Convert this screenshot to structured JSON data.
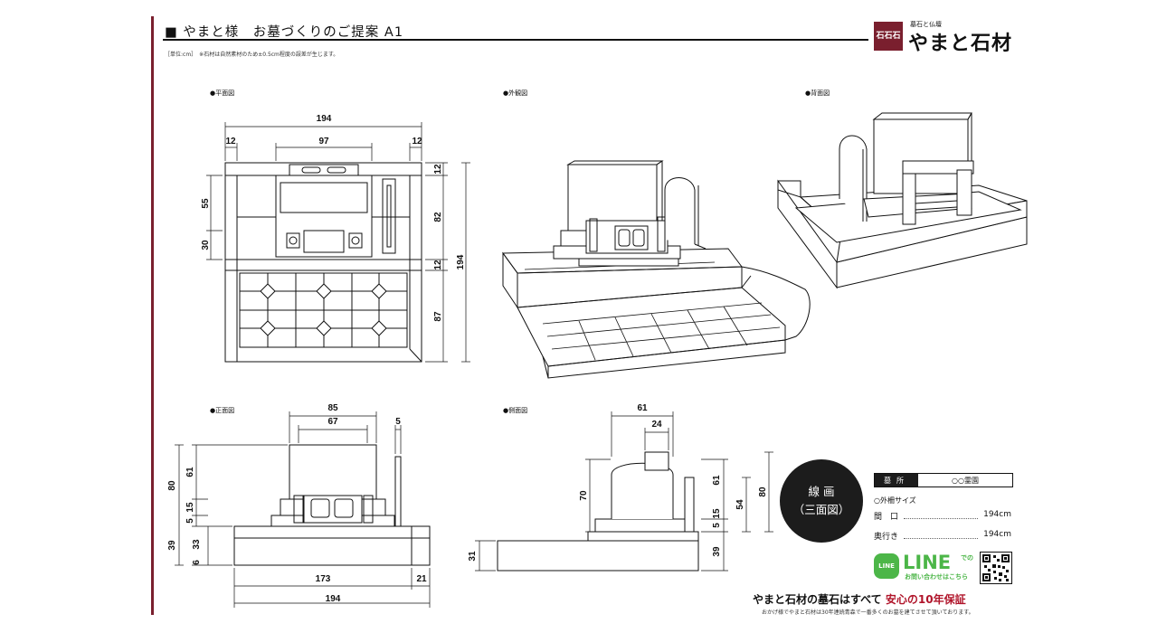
{
  "header": {
    "title": "■ やまと様　お墓づくりのご提案 A1",
    "note": "［単位:cm］　※石材は自然素材のため±0.5cm程度の誤差が生じます。"
  },
  "brand": {
    "mark": "石石石",
    "tagline": "墓石と仏壇",
    "name": "やまと石材"
  },
  "views": {
    "plan": "●平面図",
    "perspective": "●外観図",
    "back": "●背面図",
    "front": "●正面図",
    "side": "●側面図"
  },
  "dims": {
    "plan_total_w": "194",
    "plan_left": "12",
    "plan_mid": "97",
    "plan_right": "12",
    "plan_r1": "12",
    "plan_r2": "82",
    "plan_r3": "12",
    "plan_r4": "87",
    "plan_total_h": "194",
    "plan_l1": "55",
    "plan_l2": "30",
    "front_85": "85",
    "front_67": "67",
    "front_5": "5",
    "front_80": "80",
    "front_61": "61",
    "front_15a": "15",
    "front_5b": "5",
    "front_39": "39",
    "front_33": "33",
    "front_6": "6",
    "front_173": "173",
    "front_21": "21",
    "front_194": "194",
    "side_61": "61",
    "side_24": "24",
    "side_70": "70",
    "side_61b": "61",
    "side_54": "54",
    "side_80": "80",
    "side_15": "15",
    "side_5": "5",
    "side_39": "39",
    "side_31": "31"
  },
  "info": {
    "circle_line1": "線 画",
    "circle_line2": "（三面図）",
    "plot_key": "墓所",
    "plot_value": "○○霊園",
    "size_title": "○外柵サイズ",
    "width_key": "間　口",
    "width_value": "194cm",
    "depth_key": "奥行き",
    "depth_value": "194cm"
  },
  "line": {
    "icon": "LINE",
    "word": "LINE",
    "de": "での",
    "sub": "お問い合わせはこちら"
  },
  "footer": {
    "tag_a": "やまと石材の墓石はすべて",
    "tag_b": "安心の10年保証",
    "note": "おかげ様でやまと石材は30年連続青森で一番多くのお墓を建てさせて頂いております。"
  },
  "colors": {
    "brand": "#7a1f2e",
    "line": "#4cb648",
    "accent": "#b0142a"
  }
}
